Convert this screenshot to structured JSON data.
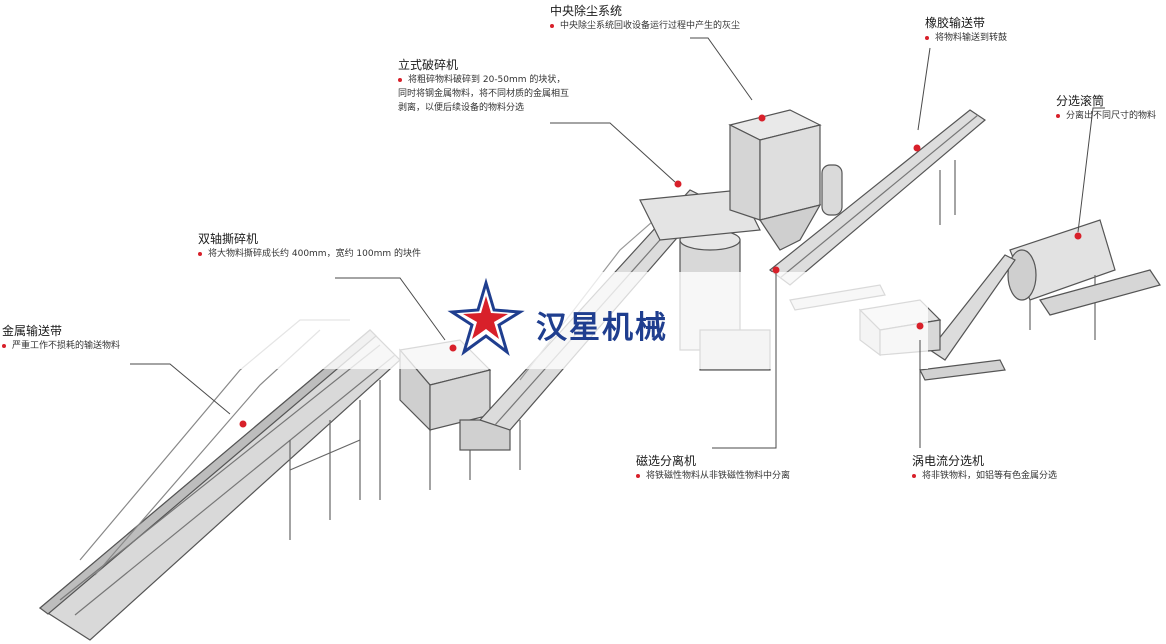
{
  "labels": {
    "dust": {
      "title": "中央除尘系统",
      "desc": "中央除尘系统回收设备运行过程中产生的灰尘"
    },
    "crusher": {
      "title": "立式破碎机",
      "desc1": "将粗碎物料破碎到 20-50mm 的块状，",
      "desc2": "同时将钢金属物料，将不同材质的金属相互",
      "desc3": "剥离，以便后续设备的物料分选"
    },
    "rubber_belt": {
      "title": "橡胶输送带",
      "desc": "将物料输送到转鼓"
    },
    "drum": {
      "title": "分选滚筒",
      "desc": "分离出不同尺寸的物料"
    },
    "shredder": {
      "title": "双轴撕碎机",
      "desc": "将大物料撕碎成长约 400mm，宽约 100mm 的块件"
    },
    "metal_belt": {
      "title": "金属输送带",
      "desc": "严重工作不损耗的输送物料"
    },
    "magnet": {
      "title": "磁选分离机",
      "desc": "将铁磁性物料从非铁磁性物料中分离"
    },
    "eddy": {
      "title": "涡电流分选机",
      "desc": "将非铁物料，如铝等有色金属分选"
    }
  },
  "logo": {
    "text": "汉星机械"
  },
  "colors": {
    "accent": "#d8202a",
    "line": "#4a4a4a",
    "logo_blue": "#1f3e8f",
    "logo_red": "#d8202a"
  }
}
